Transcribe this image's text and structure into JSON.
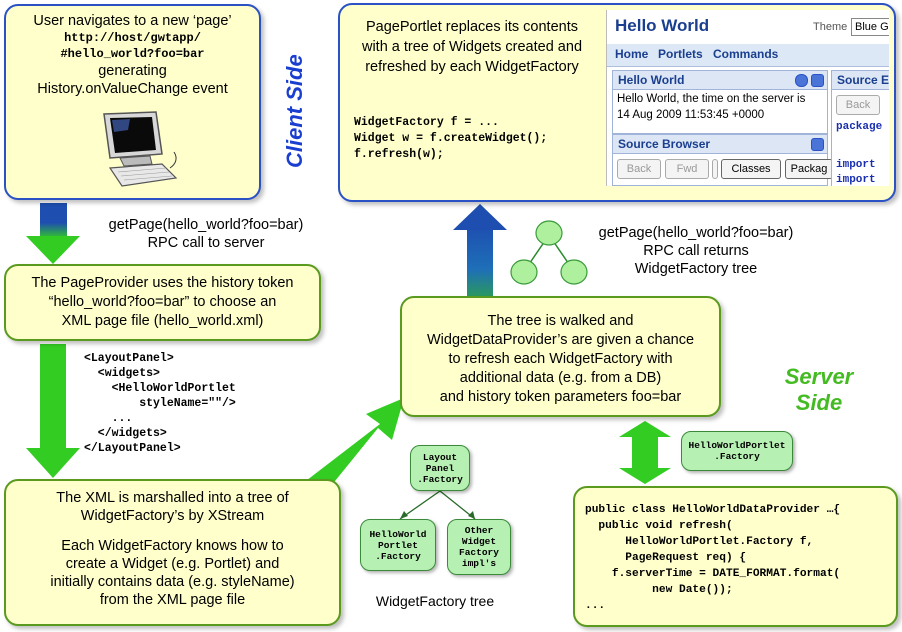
{
  "labels": {
    "client_side": "Client Side",
    "server_side_1": "Server",
    "server_side_2": "Side",
    "widget_factory_tree": "WidgetFactory tree"
  },
  "box1": {
    "line1": "User navigates to a new ‘page’",
    "line2": "http://host/gwtapp/",
    "line3": "#hello_world?foo=bar",
    "line4": "generating",
    "line5": "History.onValueChange event"
  },
  "rpc1": {
    "line1": "getPage(hello_world?foo=bar)",
    "line2": "RPC call to server"
  },
  "box2": {
    "line1": "The PageProvider uses the history token",
    "line2": "“hello_world?foo=bar”  to choose an",
    "line3": "XML page file (hello_world.xml)"
  },
  "xml_code": "<LayoutPanel>\n  <widgets>\n    <HelloWorldPortlet\n        styleName=\"\"/>\n    ...\n  </widgets>\n</LayoutPanel>",
  "box3": {
    "line1": "The XML is marshalled into a tree of",
    "line2": "WidgetFactory’s by XStream",
    "line3": "Each WidgetFactory knows how to",
    "line4": "create a Widget (e.g. Portlet) and",
    "line5": "initially contains data (e.g. styleName)",
    "line6": "from the XML page file"
  },
  "tree_nodes": {
    "root": [
      "Layout",
      "Panel",
      ".Factory"
    ],
    "left": [
      "HelloWorld",
      "Portlet",
      ".Factory"
    ],
    "right": [
      "Other",
      "Widget",
      "Factory",
      "impl's"
    ]
  },
  "box4": {
    "line1": "The tree is walked and",
    "line2": "WidgetDataProvider’s are given a chance",
    "line3": "to refresh each WidgetFactory with",
    "line4": "additional data (e.g. from a DB)",
    "line5": "and history token parameters foo=bar"
  },
  "rpc2": {
    "line1": "getPage(hello_world?foo=bar)",
    "line2": "RPC call returns",
    "line3": "WidgetFactory tree"
  },
  "portlet_node": [
    "HelloWorldPortlet",
    ".Factory"
  ],
  "server_code": "public class HelloWorldDataProvider …{\n  public void refresh(\n      HelloWorldPortlet.Factory f,\n      PageRequest req) {\n    f.serverTime = DATE_FORMAT.format(\n          new Date());\n...",
  "box5": {
    "line1": "PagePortlet replaces its contents",
    "line2": "with a tree of Widgets created and",
    "line3": "refreshed by each WidgetFactory",
    "code": "WidgetFactory f = ...\nWidget w = f.createWidget();\nf.refresh(w);"
  },
  "screenshot": {
    "title": "Hello World",
    "theme_label": "Theme",
    "theme_value": "Blue G",
    "nav": [
      "Home",
      "Portlets",
      "Commands"
    ],
    "hello_panel_title": "Hello World",
    "hello_text_1": "Hello World, the time on the server is",
    "hello_text_2": "14 Aug 2009 11:53:45 +0000",
    "source_panel_title": "Source Browser",
    "source_buttons": [
      "Back",
      "Fwd",
      "Classes",
      "Packag"
    ],
    "source_e_title": "Source E",
    "source_e_back": "Back",
    "code_words": [
      "package",
      "import",
      "import"
    ]
  },
  "colors": {
    "box_fill": "#ffffcc",
    "green_border": "#5a9a1e",
    "blue_border": "#2a52c4",
    "green_arrow": "#33cc22",
    "blue_arrow": "#1e4fb0",
    "node_fill": "#b7f0b3",
    "side_label": "#1a3fd0",
    "server_label": "#44bb22"
  }
}
